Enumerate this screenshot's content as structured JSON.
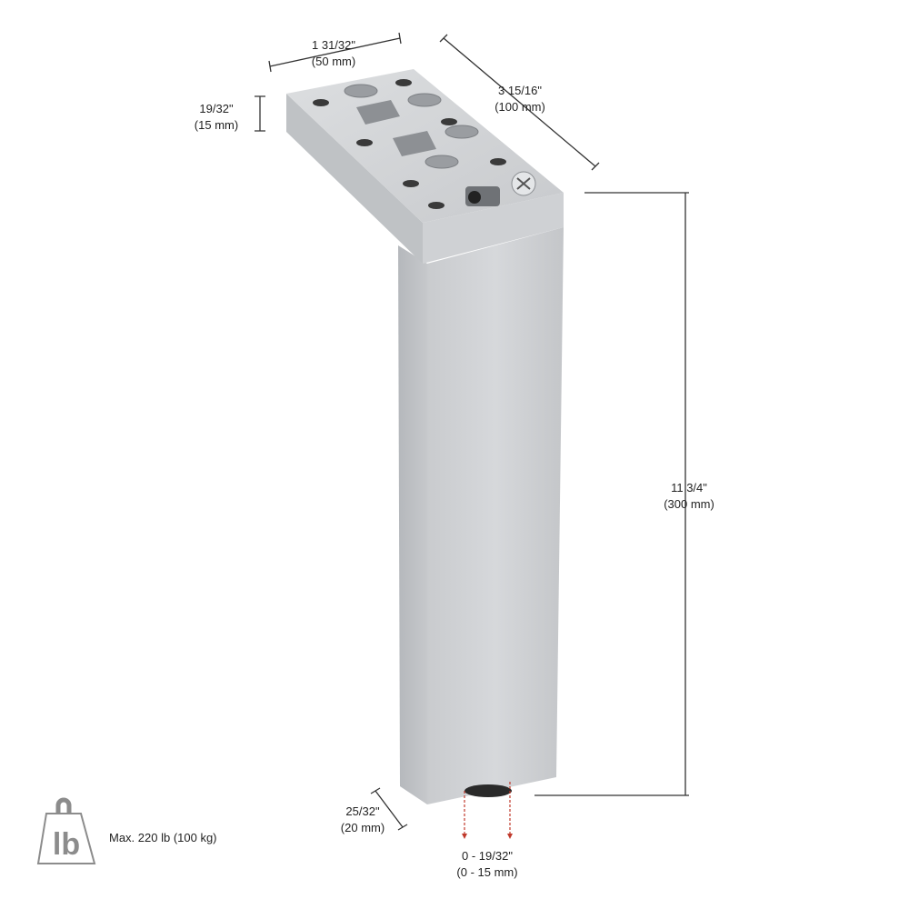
{
  "dimensions": {
    "plate_width": {
      "imperial": "1 31/32\"",
      "metric": "(50 mm)"
    },
    "plate_length": {
      "imperial": "3 15/16\"",
      "metric": "(100 mm)"
    },
    "plate_thickness": {
      "imperial": "19/32\"",
      "metric": "(15 mm)"
    },
    "leg_height": {
      "imperial": "11 3/4\"",
      "metric": "(300 mm)"
    },
    "leg_width": {
      "imperial": "25/32\"",
      "metric": "(20 mm)"
    },
    "leveler_adjustment": {
      "imperial": "0 - 19/32\"",
      "metric": "(0 - 15 mm)"
    }
  },
  "load": {
    "icon": "weight-lb-icon",
    "icon_text": "lb",
    "text": "Max. 220 lb (100 kg)"
  },
  "colors": {
    "dimension_line": "#333333",
    "adjust_arrow": "#c0392b",
    "icon": "#8c8c8c"
  }
}
